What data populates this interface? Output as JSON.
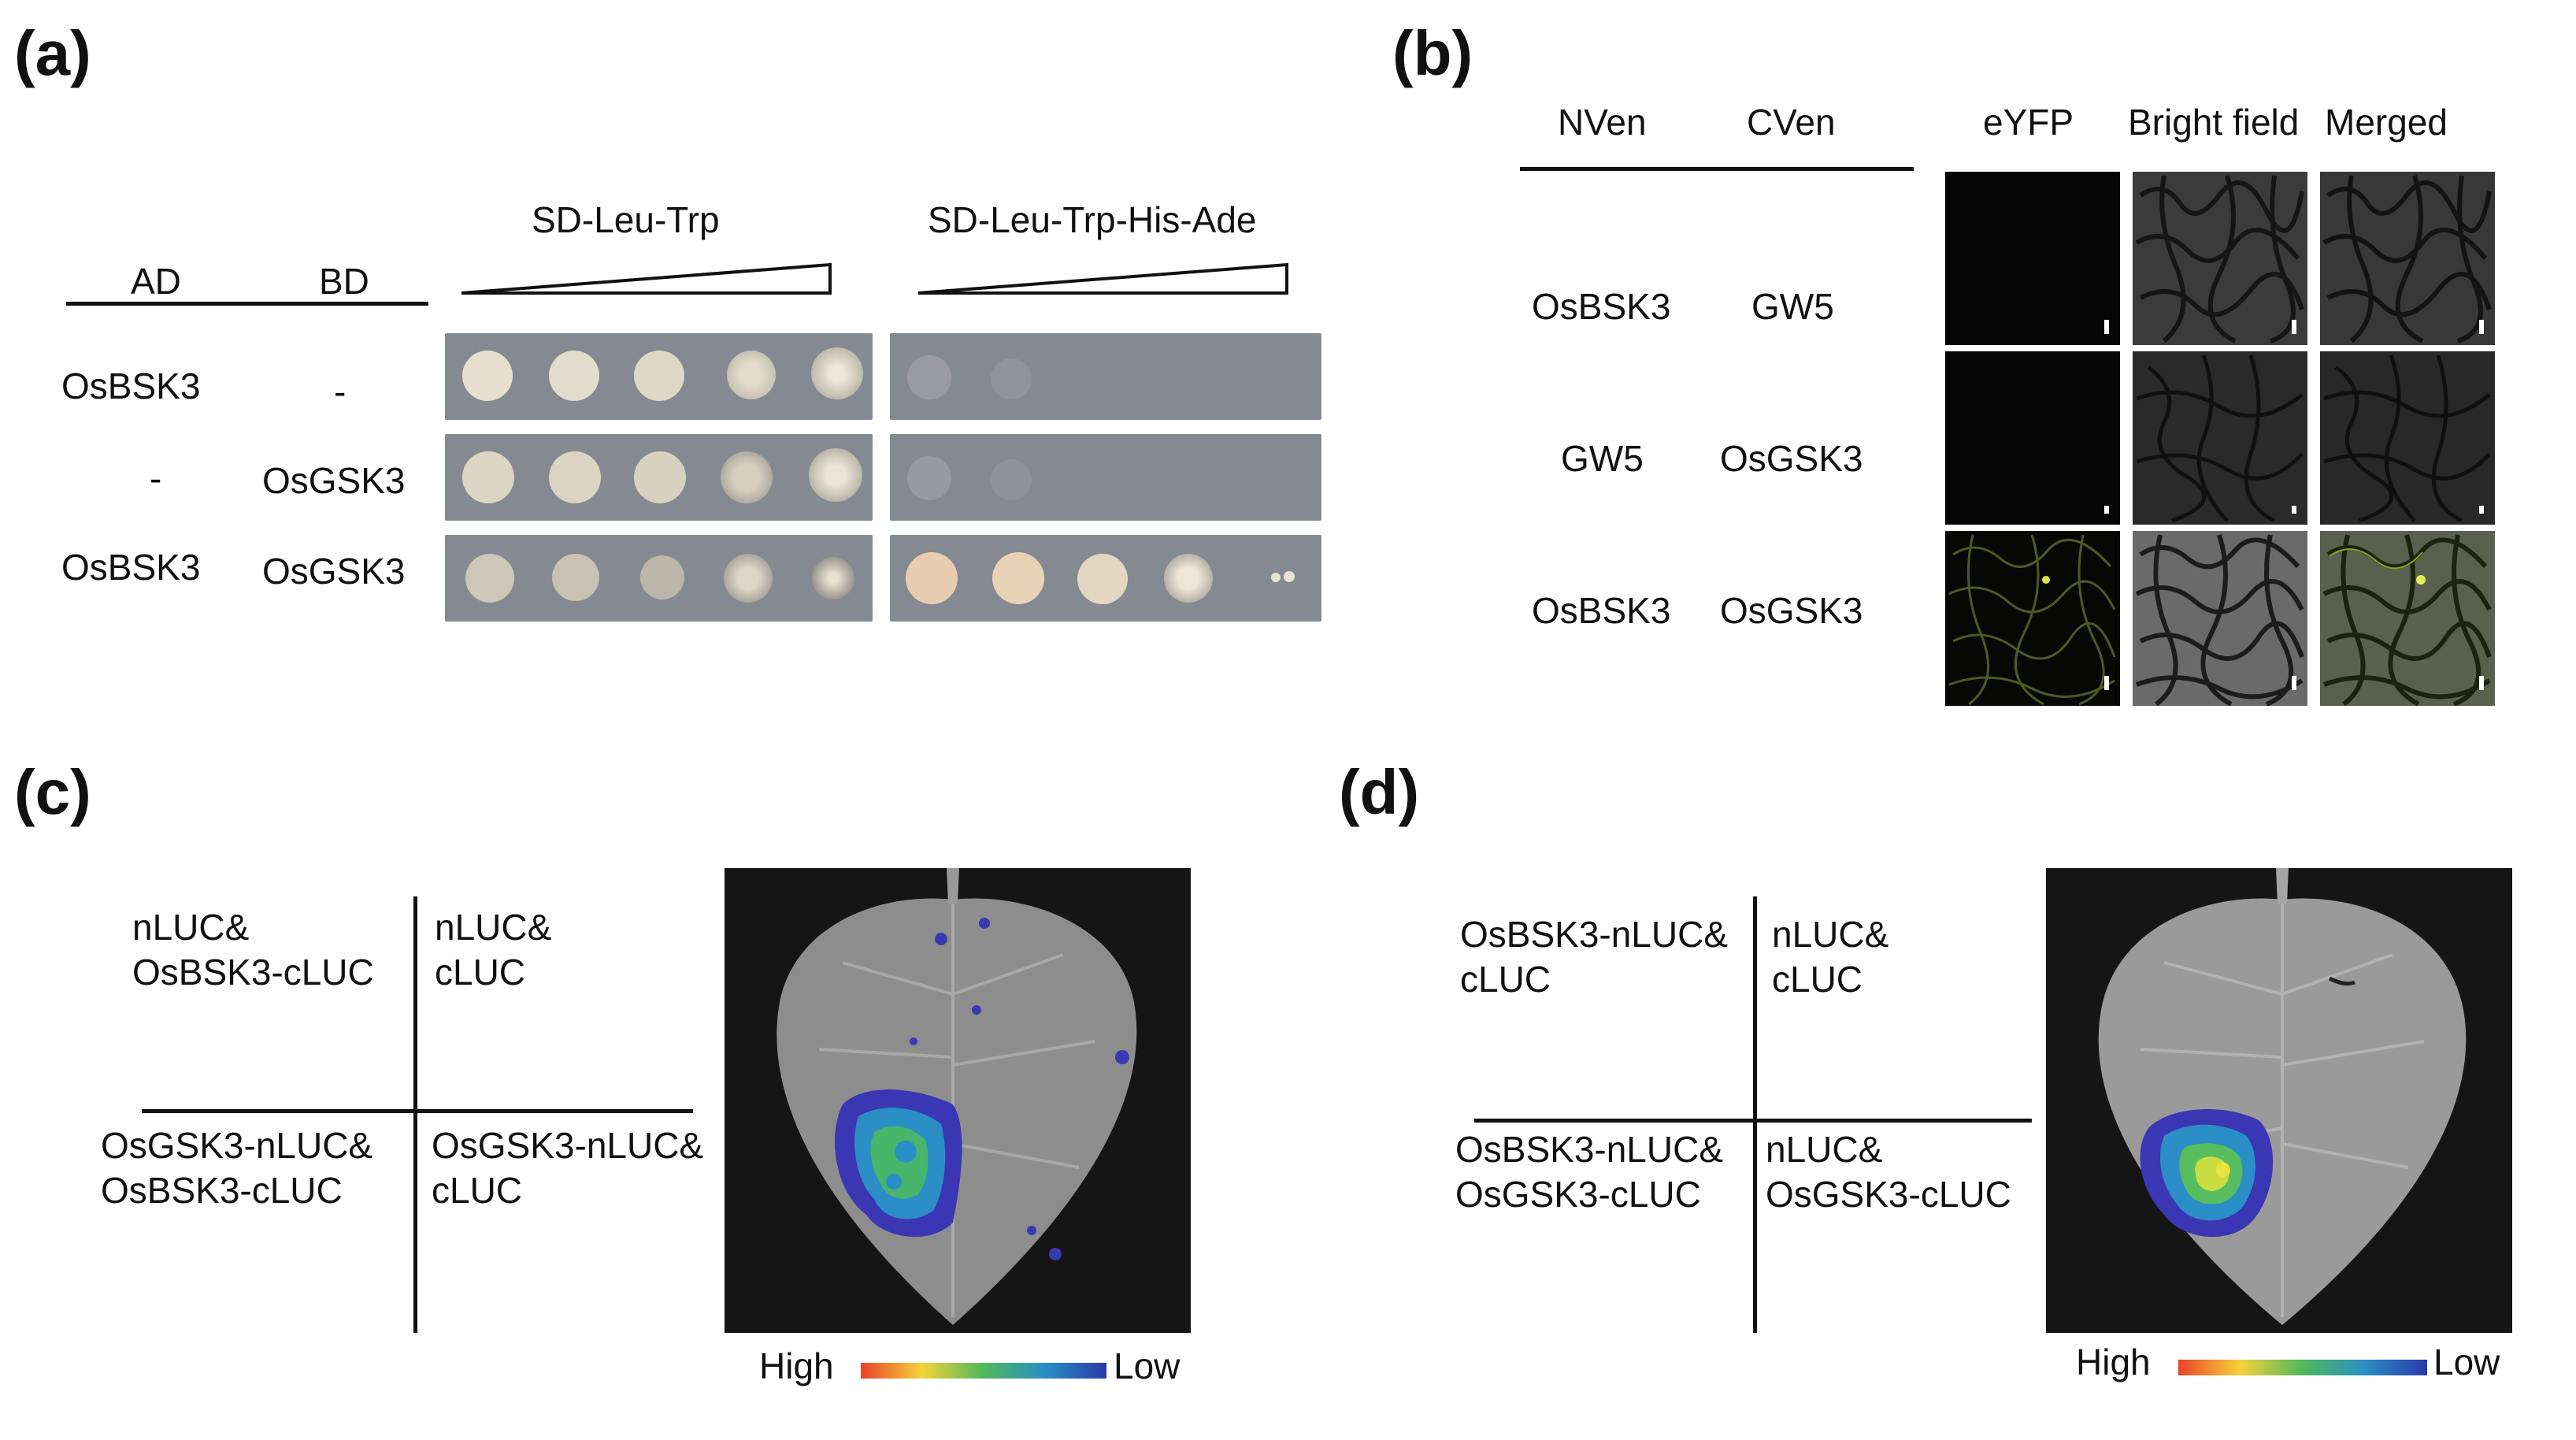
{
  "panel_a": {
    "label": "(a)",
    "col_ad": "AD",
    "col_bd": "BD",
    "media": [
      "SD-Leu-Trp",
      "SD-Leu-Trp-His-Ade"
    ],
    "rows": [
      {
        "ad": "OsBSK3",
        "bd": "-"
      },
      {
        "ad": "-",
        "bd": "OsGSK3"
      },
      {
        "ad": "OsBSK3",
        "bd": "OsGSK3"
      }
    ]
  },
  "panel_b": {
    "label": "(b)",
    "col_nven": "NVen",
    "col_cven": "CVen",
    "image_headers": [
      "eYFP",
      "Bright field",
      "Merged"
    ],
    "rows": [
      {
        "nven": "OsBSK3",
        "cven": "GW5"
      },
      {
        "nven": "GW5",
        "cven": "OsGSK3"
      },
      {
        "nven": "OsBSK3",
        "cven": "OsGSK3"
      }
    ]
  },
  "panel_c": {
    "label": "(c)",
    "quadrants": {
      "top_left": [
        "nLUC&",
        "OsBSK3-cLUC"
      ],
      "top_right": [
        "nLUC&",
        "cLUC"
      ],
      "bottom_left": [
        "OsGSK3-nLUC&",
        "OsBSK3-cLUC"
      ],
      "bottom_right": [
        "OsGSK3-nLUC&",
        "cLUC"
      ]
    },
    "scale_high": "High",
    "scale_low": "Low"
  },
  "panel_d": {
    "label": "(d)",
    "quadrants": {
      "top_left": [
        "OsBSK3-nLUC&",
        "cLUC"
      ],
      "top_right": [
        "nLUC&",
        "cLUC"
      ],
      "bottom_left": [
        "OsBSK3-nLUC&",
        "OsGSK3-cLUC"
      ],
      "bottom_right": [
        "nLUC&",
        "OsGSK3-cLUC"
      ]
    },
    "scale_high": "High",
    "scale_low": "Low"
  },
  "colors": {
    "plate": "#858a92",
    "colony": "#e8e2d4",
    "luminescence_gradient": [
      "#e8432a",
      "#f5d33a",
      "#4fb85a",
      "#2a8fc4",
      "#2a3aa8"
    ]
  }
}
